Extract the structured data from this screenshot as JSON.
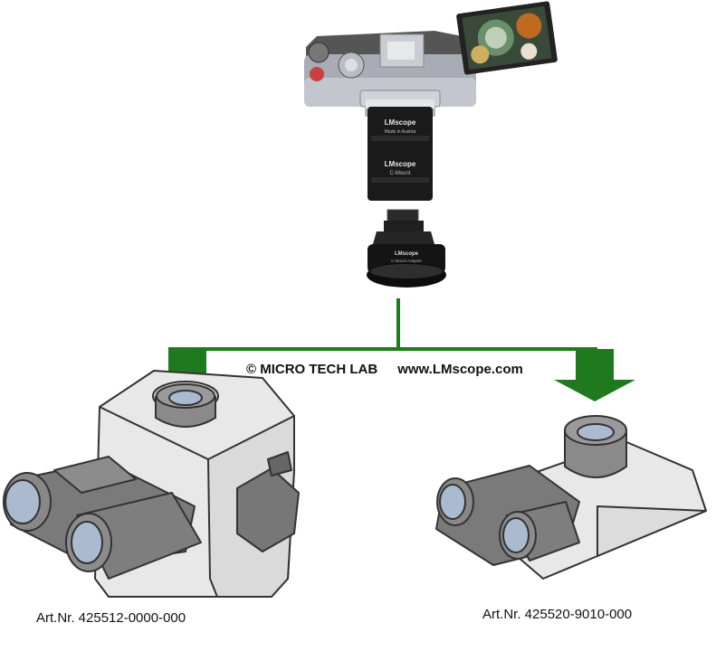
{
  "copyright": {
    "company": "©  MICRO TECH LAB",
    "website": "www.LMscope.com"
  },
  "adapter_upper": {
    "brand": "LMscope",
    "line1": "Made in Austria",
    "brand2": "LMscope",
    "line2": "C-Mount"
  },
  "adapter_lower": {
    "brand": "LMscope",
    "line1": "C-Mount Adapter"
  },
  "heads": {
    "left_part_number": "Art.Nr. 425512-0000-000",
    "right_part_number": "Art.Nr. 425520-9010-000"
  },
  "colors": {
    "arrow_green": "#1f7a1f",
    "line_green": "#1f7a1f",
    "body_grey": "#e8e8e8",
    "eyepiece_grey": "#777777"
  }
}
